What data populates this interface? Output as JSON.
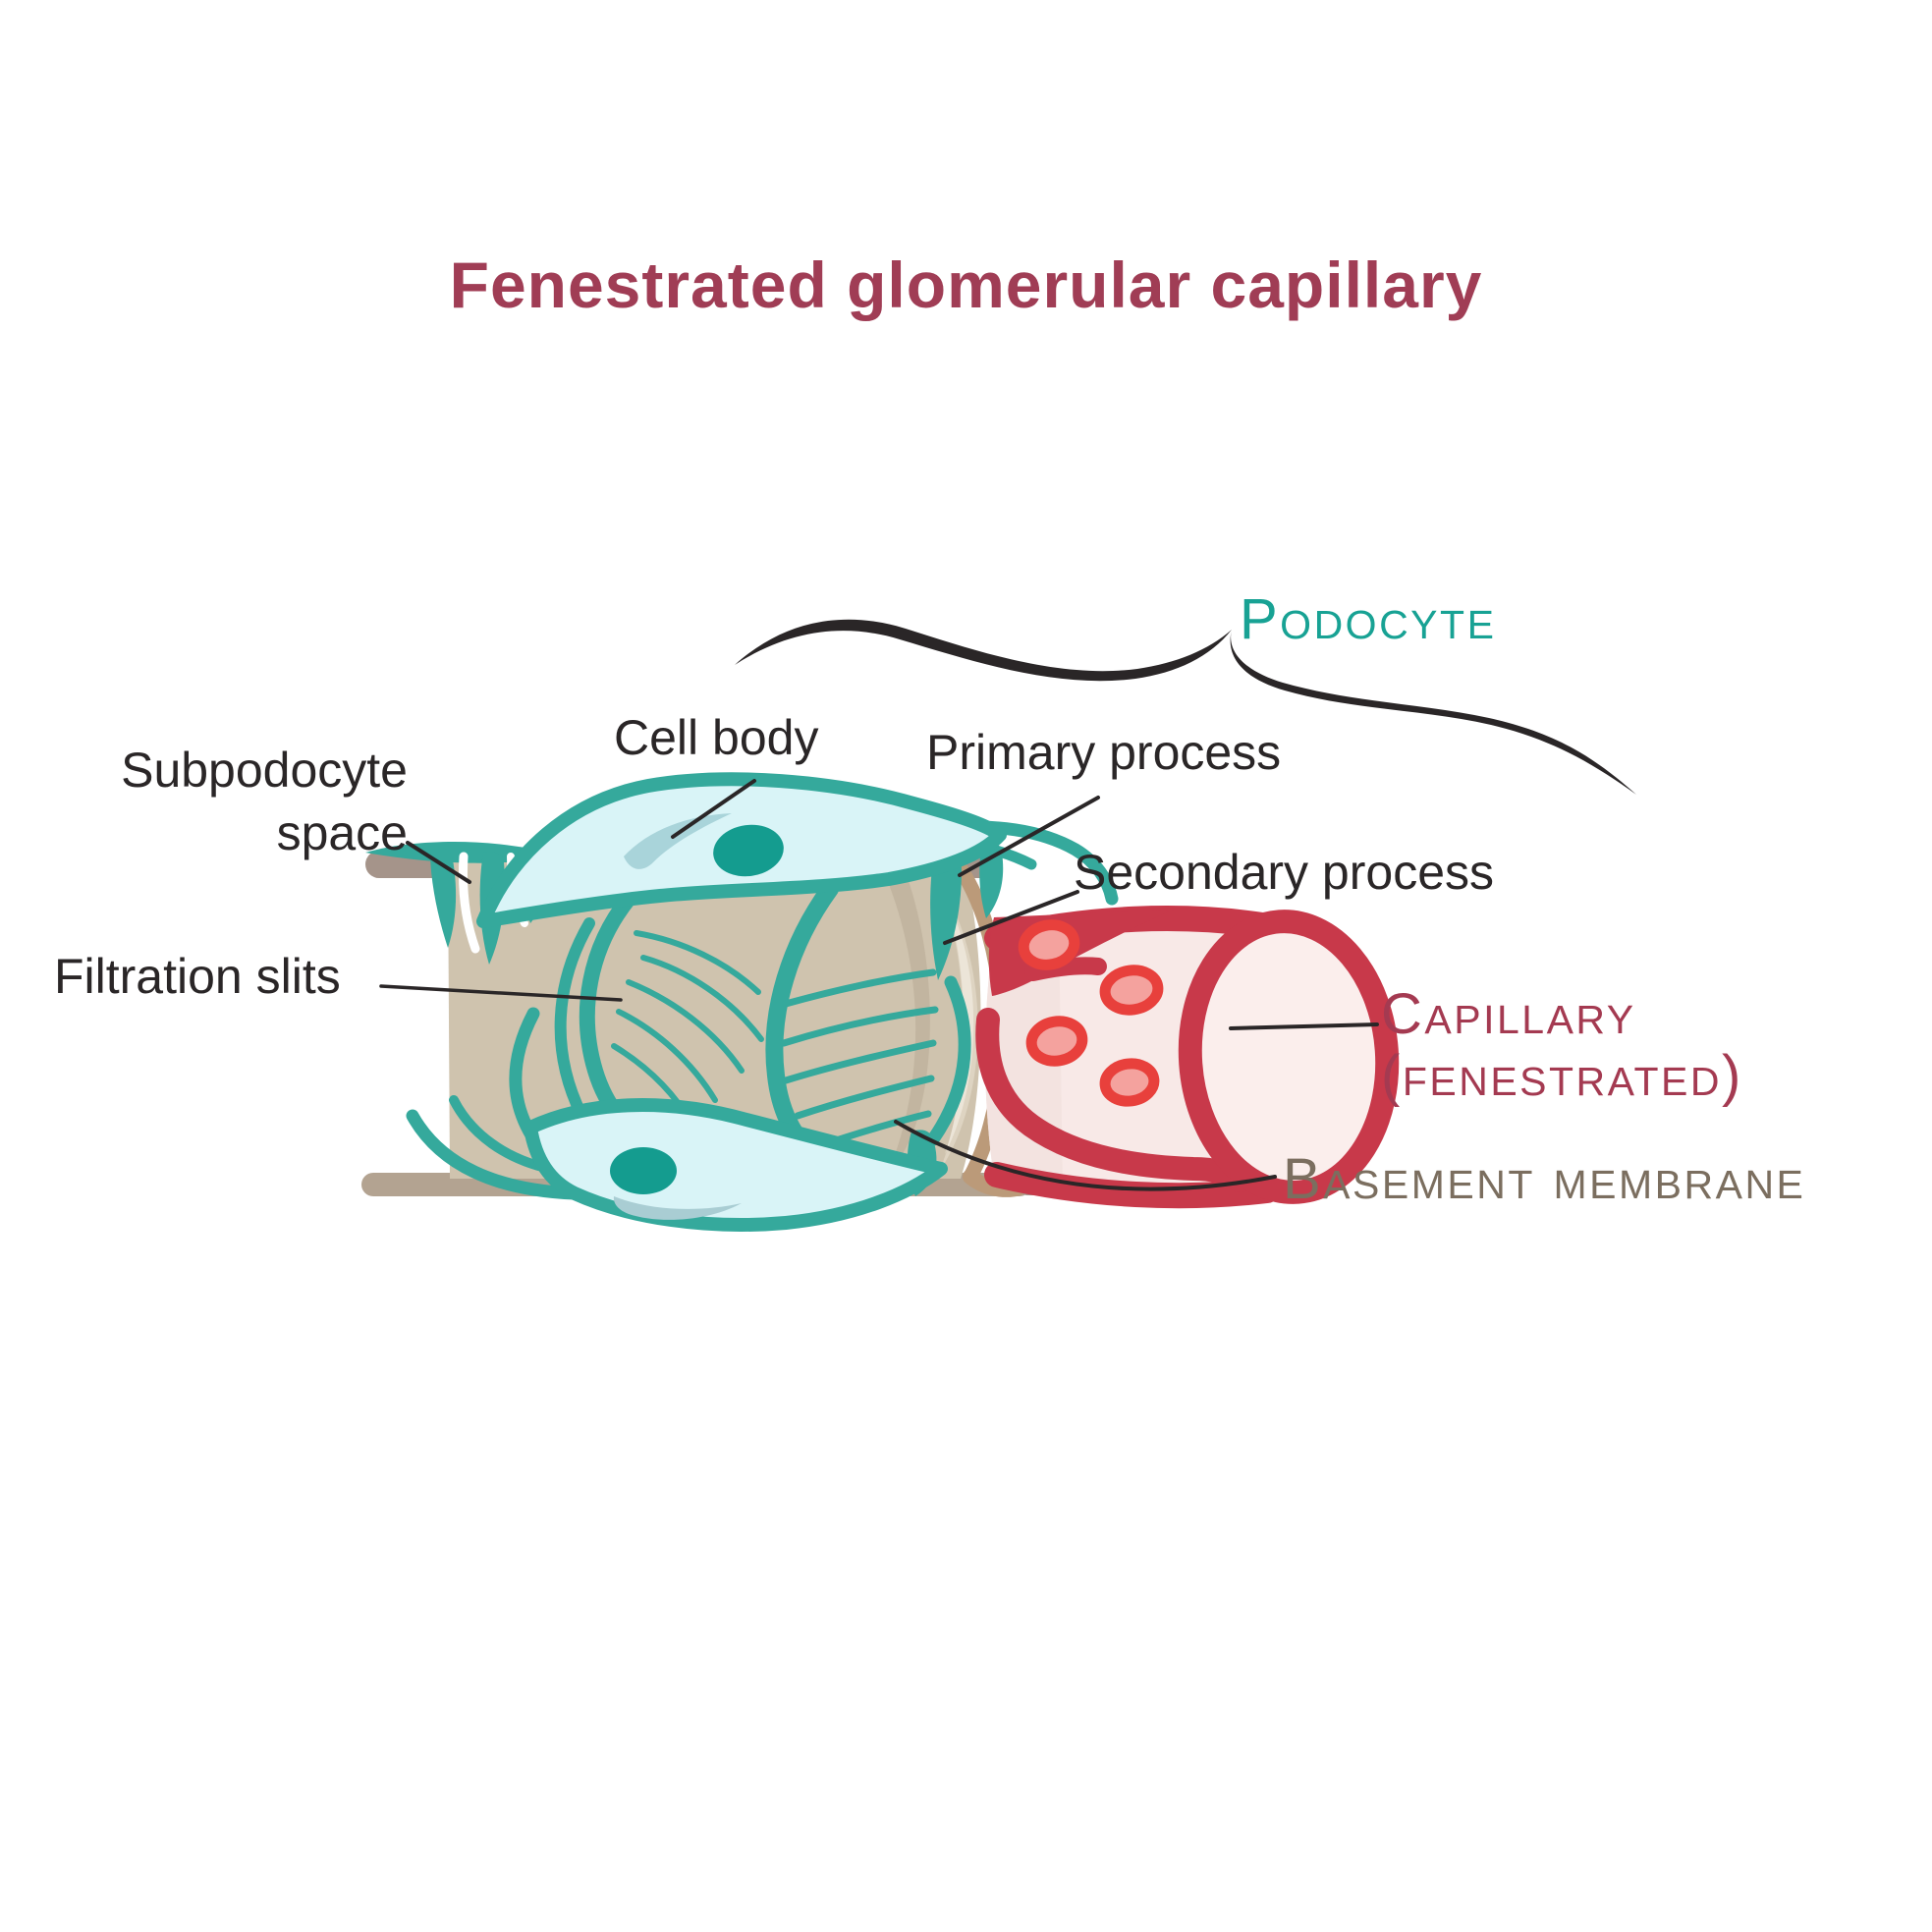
{
  "title": "Fenestrated glomerular capillary",
  "labels": {
    "podocyte": "Podocyte",
    "cell_body": "Cell body",
    "primary_process": "Primary process",
    "secondary_process": "Secondary process",
    "subpodocyte_space_line1": "Subpodocyte",
    "subpodocyte_space_line2": "space",
    "filtration_slits": "Filtration slits",
    "capillary_line1": "Capillary",
    "capillary_line2": "(fenestrated)",
    "basement_membrane": "Basement membrane"
  },
  "colors": {
    "background": "#ffffff",
    "title_maroon": "#a03d55",
    "podocyte_label_teal": "#18a294",
    "capillary_label_maroon": "#a43a51",
    "basement_label_brown": "#7b6e5f",
    "leader_line_black": "#2a2627",
    "podocyte_outline_teal": "#35a99c",
    "podocyte_cytoplasm_cyan": "#d9f4f7",
    "podocyte_nucleus_teal": "#149c8f",
    "cytoplasm_shadow_cyan": "#a9d4da",
    "basement_membrane_tan": "#cfc3ae",
    "basement_top_band": "#a5948a",
    "basement_bottom_shadow": "#b3a391",
    "rim_light": "#ded4c2",
    "rim_lighter": "#ece5d8",
    "rim_brown": "#bb9a79",
    "capillary_wall_red": "#c8394a",
    "capillary_lumen_pink": "#f8e9e7",
    "capillary_endface_pink": "#fbeeec",
    "fenestration_ring_red": "#e8403c",
    "fenestration_fill_pink": "#f4a29e"
  }
}
